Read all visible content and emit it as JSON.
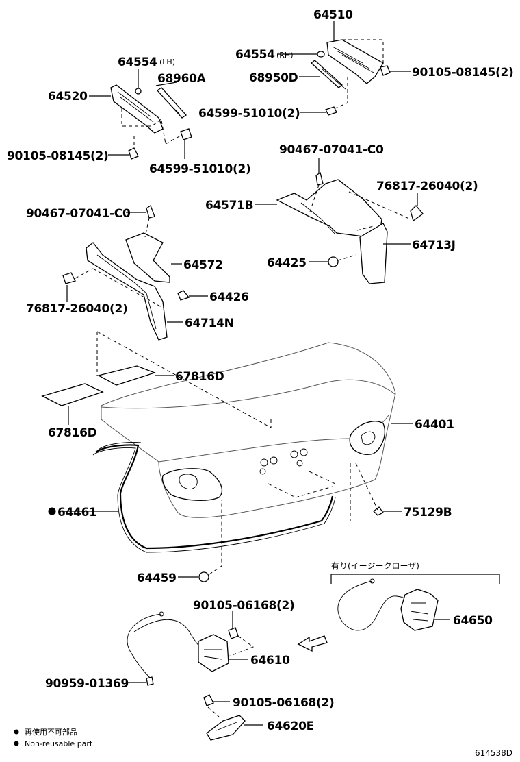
{
  "labels": {
    "p64510": "64510",
    "p64554_rh": "64554",
    "rh_suffix": "(RH)",
    "p64554_lh": "64554",
    "lh_suffix": "(LH)",
    "p68960a": "68960A",
    "p68950d": "68950D",
    "p64520": "64520",
    "p90105_08145_right": "90105-08145(2)",
    "p64599_51010_top": "64599-51010(2)",
    "p90105_08145_left": "90105-08145(2)",
    "p64599_51010_bottom": "64599-51010(2)",
    "p90467_07041_c0_right": "90467-07041-C0",
    "p76817_26040_right": "76817-26040(2)",
    "p64571b": "64571B",
    "p64713j": "64713J",
    "p64425": "64425",
    "p90467_07041_c0_left": "90467-07041-C0",
    "p64572": "64572",
    "p64426": "64426",
    "p76817_26040_left": "76817-26040(2)",
    "p64714n": "64714N",
    "p67816d_upper": "67816D",
    "p67816d_lower": "67816D",
    "p64401": "64401",
    "p64461": "64461",
    "p75129b": "75129B",
    "p64459": "64459",
    "easy_closer_caption": "有り(イージークローザ)",
    "p90105_06168_upper": "90105-06168(2)",
    "p64650": "64650",
    "p64610": "64610",
    "p90959_01369": "90959-01369",
    "p90105_06168_lower": "90105-06168(2)",
    "p64620e": "64620E"
  },
  "legend": {
    "jp": "再使用不可部品",
    "en": "Non-reusable part"
  },
  "diagram_id": "614538D"
}
